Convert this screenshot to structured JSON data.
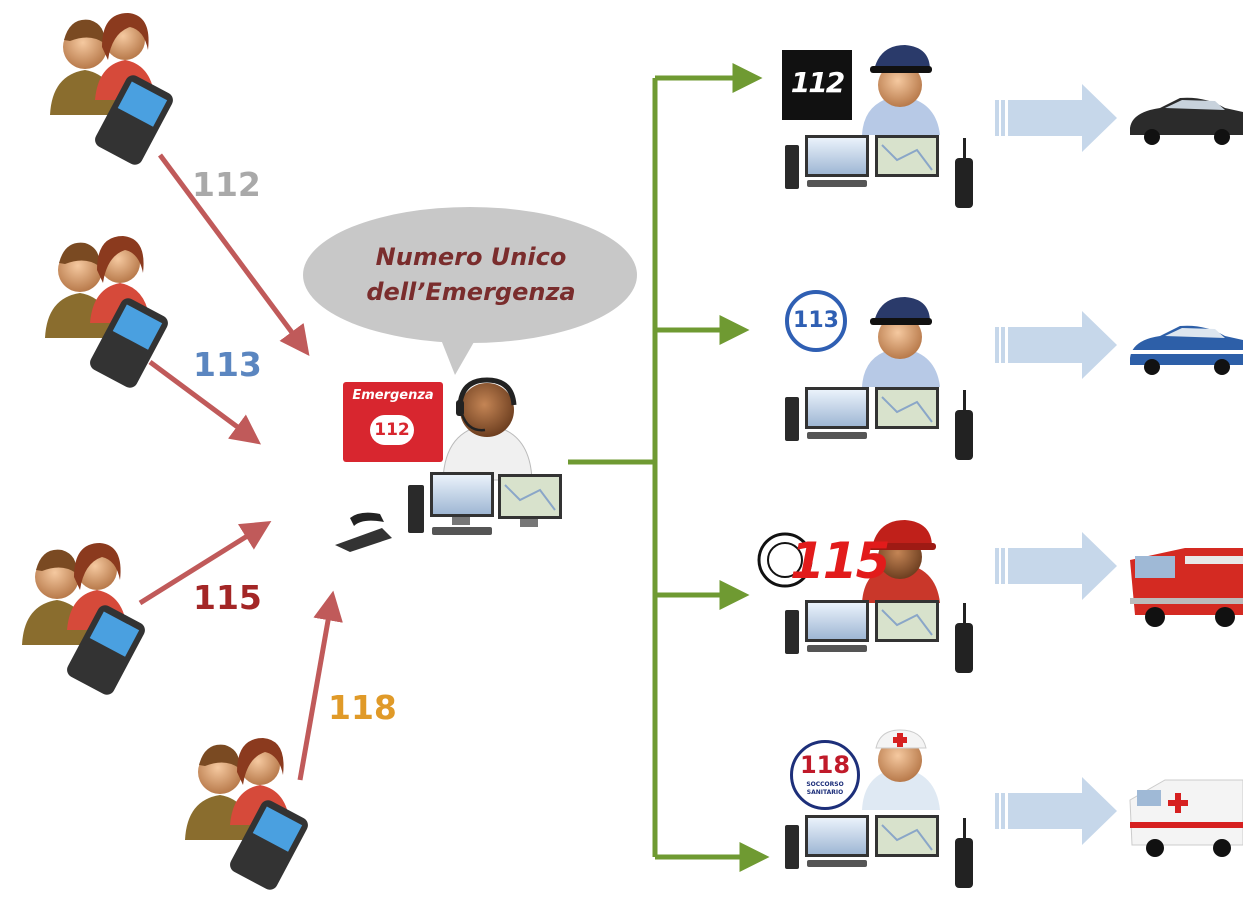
{
  "caller_numbers": [
    {
      "label": "112",
      "color": "#a9a9a9"
    },
    {
      "label": "113",
      "color": "#5b86c0"
    },
    {
      "label": "115",
      "color": "#a32626"
    },
    {
      "label": "118",
      "color": "#e09a28"
    }
  ],
  "speech_bubble": {
    "line1": "Numero Unico",
    "line2": "dell’Emergenza"
  },
  "central_badge": {
    "title": "Emergenza",
    "number": "112"
  },
  "services": [
    {
      "logo_text": "112"
    },
    {
      "logo_text": "113"
    },
    {
      "logo_text": "115"
    },
    {
      "logo_text": "118",
      "logo_subtext": "SOCCORSO SANITARIO"
    }
  ],
  "colors": {
    "incoming_arrow": "#c05a5a",
    "dispatch_line": "#6f9a32",
    "outgoing_arrow": "#c6d7ea",
    "bubble": "#c8c8c8",
    "badge": "#d8262f"
  }
}
